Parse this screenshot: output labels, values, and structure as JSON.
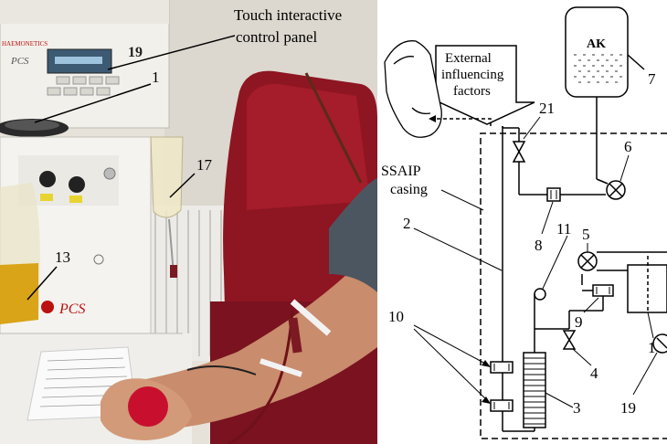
{
  "photo": {
    "annotations": {
      "panel_label_line1": "Touch interactive",
      "panel_label_line2": "control panel",
      "label_1": "1",
      "label_17": "17",
      "label_13": "13"
    },
    "device_brand_top": "HAEMONETICS",
    "device_model_top": "PCS",
    "device_number": "19",
    "device_brand_front": "PCS",
    "ball_color": "#c8102e",
    "chair_color": "#8e1522"
  },
  "schematic": {
    "ak_label": "AK",
    "external_label_line1": "External",
    "external_label_line2": "influencing",
    "external_label_line3": "factors",
    "casing_label_line1": "SSAIP",
    "casing_label_line2": "casing",
    "numbers": {
      "n1": "1",
      "n2": "2",
      "n3": "3",
      "n4": "4",
      "n5": "5",
      "n6": "6",
      "n7": "7",
      "n8": "8",
      "n9": "9",
      "n10": "10",
      "n11": "11",
      "n19": "19",
      "n21": "21"
    }
  }
}
